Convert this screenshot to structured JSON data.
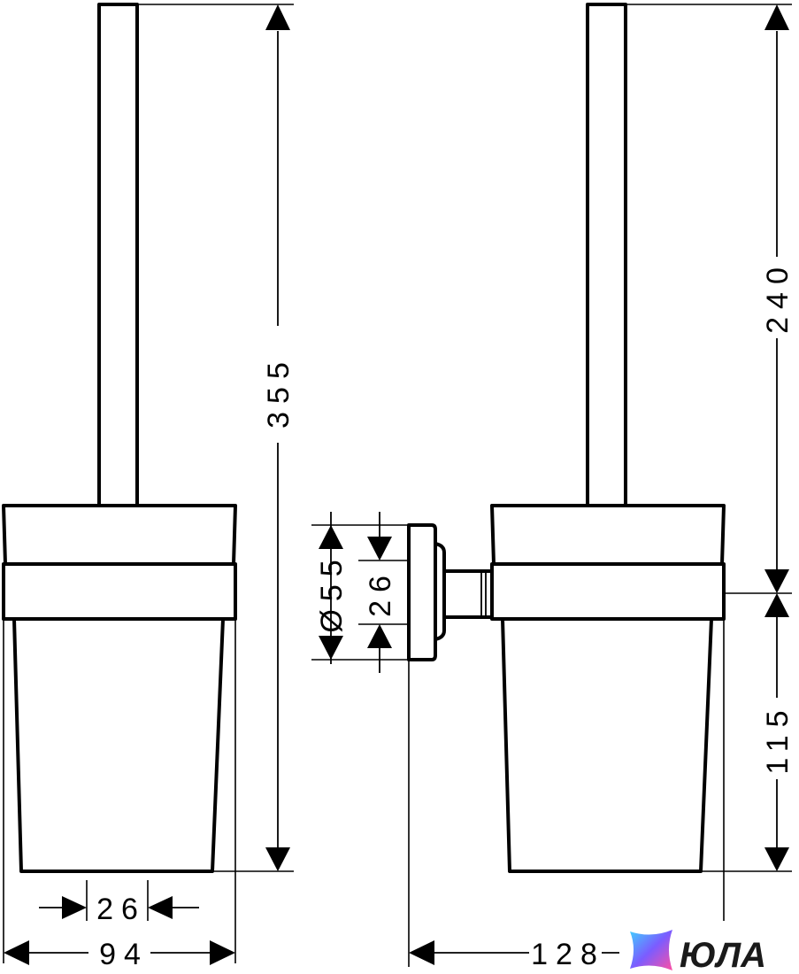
{
  "dimensions": {
    "overall_height": "355",
    "brush_height": "240",
    "holder_height": "115",
    "rosette_diameter": "Ø55",
    "rosette_inner": "26",
    "width": "94",
    "bottom_inner": "26",
    "projection": "128"
  },
  "brand": {
    "name": "ЮЛА",
    "icon": "star-logo-icon",
    "colors": [
      "#3fd0ff",
      "#7b5cff",
      "#ff4fa3"
    ]
  }
}
